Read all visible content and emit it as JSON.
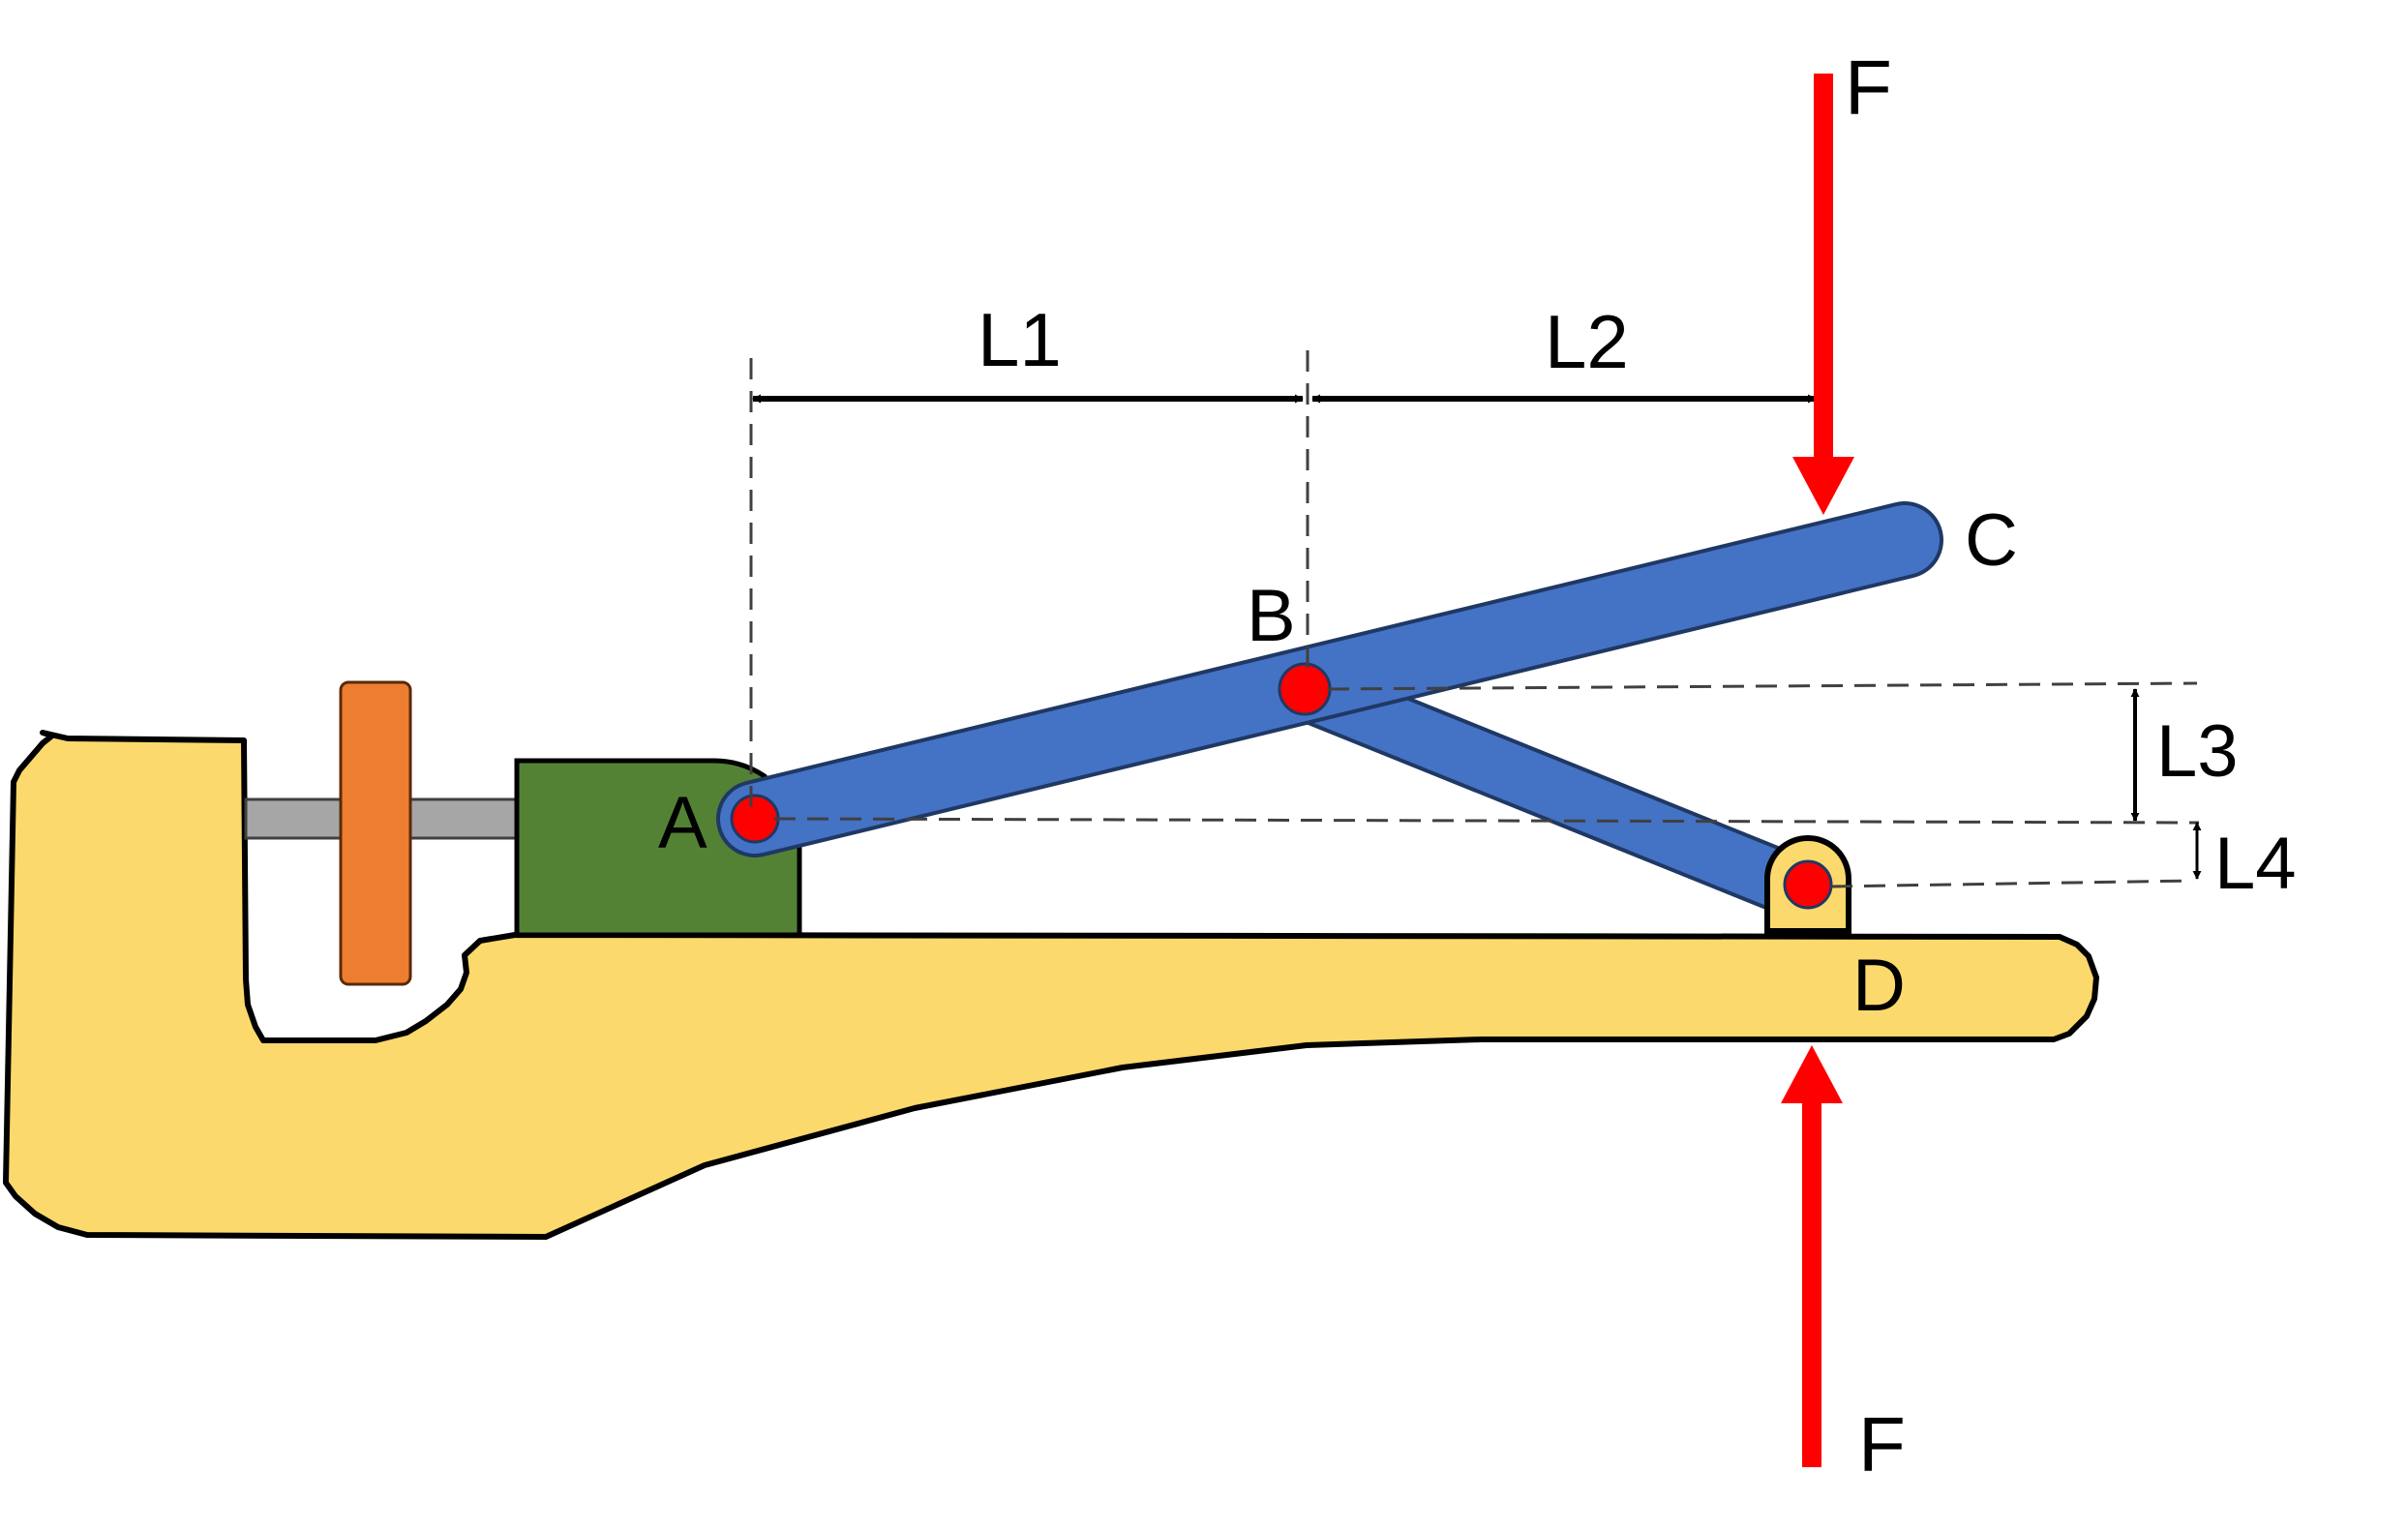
{
  "labels": {
    "point_a": "A",
    "point_b": "B",
    "point_c": "C",
    "point_d": "D",
    "force_top": "F",
    "force_bottom": "F",
    "dim_l1": "L1",
    "dim_l2": "L2",
    "dim_l3": "L3",
    "dim_l4": "L4"
  },
  "colors": {
    "frame": "#FCD96C",
    "link": "#4472C4",
    "link_outline": "#1F3864",
    "block": "#548235",
    "handle": "#ED7D31",
    "screw": "#A6A6A6",
    "pin": "#FF0000",
    "force": "#FF0000"
  }
}
